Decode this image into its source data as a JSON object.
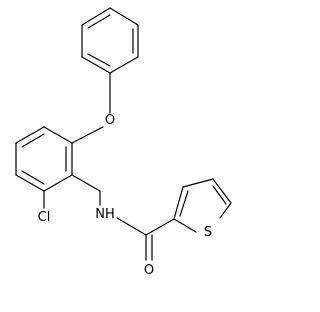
{
  "molecule": {
    "atoms": {
      "O_ether": "O",
      "Cl": "Cl",
      "NH": "NH",
      "S": "S",
      "O_carbonyl": "O"
    }
  }
}
